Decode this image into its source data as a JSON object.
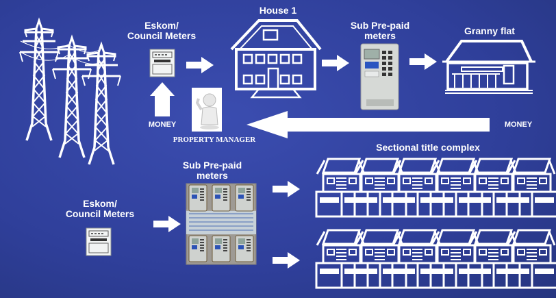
{
  "labels": {
    "eskom_top": "Eskom/\nCouncil Meters",
    "house1": "House 1",
    "sub_meters_top": "Sub Pre-paid\nmeters",
    "granny_flat": "Granny flat",
    "money_left": "MONEY",
    "money_right": "MONEY",
    "property_manager": "PROPERTY MANAGER",
    "sub_meters_bottom": "Sub Pre-paid\nmeters",
    "sectional_title": "Sectional title complex",
    "eskom_bottom": "Eskom/\nCouncil Meters"
  },
  "colors": {
    "background": "#2f3f9a",
    "arrow": "#ffffff",
    "line_art": "#ffffff",
    "meter_face": "#d9dcdc"
  }
}
